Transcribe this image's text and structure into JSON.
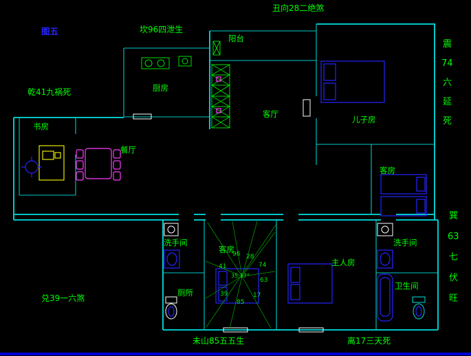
{
  "figure": {
    "label": "图五"
  },
  "fengshui_labels": {
    "top_center": "丑向28二绝煞",
    "top_left": "坎96四泄生",
    "left": "乾41九祸死",
    "right_upper": [
      "震",
      "74",
      "六",
      "延",
      "死"
    ],
    "right_lower": [
      "巽",
      "63",
      "七",
      "伏",
      "旺"
    ],
    "bottom_left": "兑39一六煞",
    "bottom_center": "未山85五五生",
    "bottom_right": "离17三天死"
  },
  "rooms": {
    "balcony": "阳台",
    "kitchen": "厨房",
    "living_room": "客厅",
    "son_room": "儿子房",
    "study": "书房",
    "dining_room": "餐厅",
    "guest_room_upper": "客房",
    "washroom_left": "洗手间",
    "toilet": "厕所",
    "guest_room_lower": "客房",
    "master_room": "主人房",
    "washroom_right": "洗手间",
    "bathroom": "卫生间"
  },
  "compass": {
    "numbers": [
      "96",
      "28",
      "74",
      "63",
      "17",
      "85",
      "39",
      "41"
    ],
    "angle": "35.17°"
  },
  "colors": {
    "background": "#000000",
    "walls": "#00e0e0",
    "labels": "#00ff00",
    "figure_label": "#2525ff",
    "furniture_blue": "#2424ff",
    "dining_set": "#ff3cff",
    "desk_yellow": "#ffff00",
    "bottom_bar": "#0000d8"
  }
}
